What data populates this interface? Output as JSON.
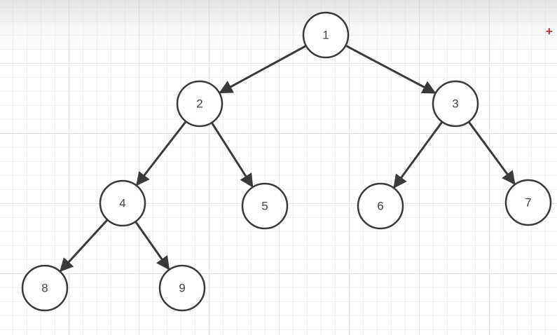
{
  "colors": {
    "node_stroke": "#3a3a3a",
    "edge": "#3a3a3a",
    "label": "#444444",
    "grid_minor": "#f1f1f1",
    "grid_major": "#e2e2e2",
    "accent_plus": "#d0021b"
  },
  "tree": {
    "nodes": [
      {
        "id": "1",
        "label": "1"
      },
      {
        "id": "2",
        "label": "2"
      },
      {
        "id": "3",
        "label": "3"
      },
      {
        "id": "4",
        "label": "4"
      },
      {
        "id": "5",
        "label": "5"
      },
      {
        "id": "6",
        "label": "6"
      },
      {
        "id": "7",
        "label": "7"
      },
      {
        "id": "8",
        "label": "8"
      },
      {
        "id": "9",
        "label": "9"
      }
    ],
    "edges": [
      {
        "from": "1",
        "to": "2"
      },
      {
        "from": "1",
        "to": "3"
      },
      {
        "from": "2",
        "to": "4"
      },
      {
        "from": "2",
        "to": "5"
      },
      {
        "from": "3",
        "to": "6"
      },
      {
        "from": "3",
        "to": "7"
      },
      {
        "from": "4",
        "to": "8"
      },
      {
        "from": "4",
        "to": "9"
      }
    ]
  },
  "canvas": {
    "add_marker": "+"
  }
}
